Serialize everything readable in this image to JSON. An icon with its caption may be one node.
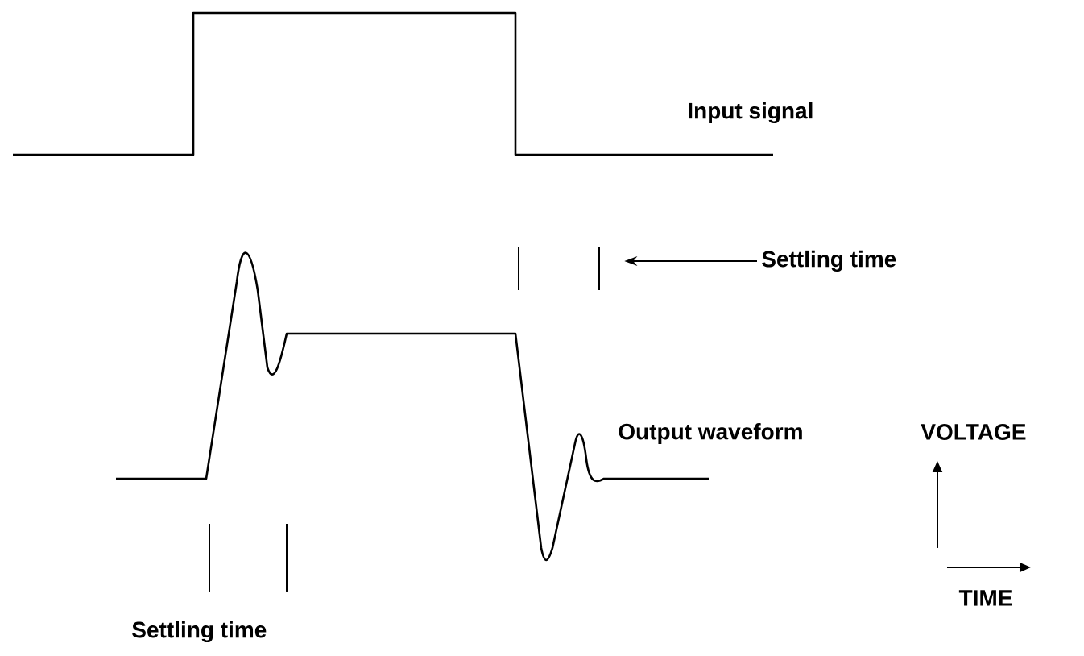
{
  "diagram": {
    "nodes": [
      {
        "text": [
          "Settling time"
        ]
      },
      {
        "text": [],
        "shape": "bar"
      }
    ],
    "edges": [
      {
        "from": 0,
        "to": 1,
        "arrow": "to"
      }
    ],
    "labels": [
      "Input signal",
      "Output waveform",
      "VOLTAGE",
      "TIME",
      "Settling time"
    ]
  }
}
